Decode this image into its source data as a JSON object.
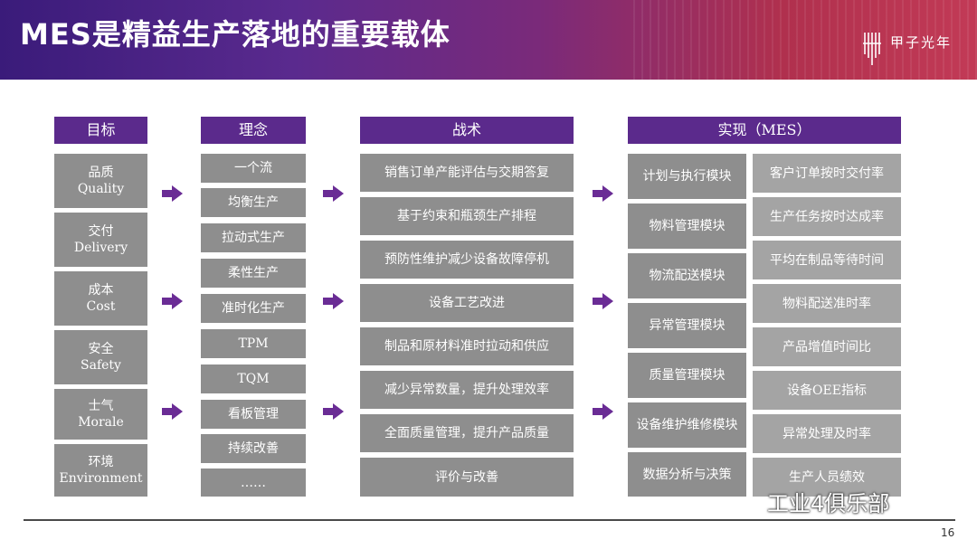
{
  "title": "MES是精益生产落地的重要载体",
  "logo": {
    "text": "甲子光年"
  },
  "columns": {
    "goals": {
      "header": "目标",
      "items": [
        {
          "zh": "品质",
          "en": "Quality"
        },
        {
          "zh": "交付",
          "en": "Delivery"
        },
        {
          "zh": "成本",
          "en": "Cost"
        },
        {
          "zh": "安全",
          "en": "Safety"
        },
        {
          "zh": "士气",
          "en": "Morale"
        },
        {
          "zh": "环境",
          "en": "Environment"
        }
      ]
    },
    "concepts": {
      "header": "理念",
      "items": [
        "一个流",
        "均衡生产",
        "拉动式生产",
        "柔性生产",
        "准时化生产",
        "TPM",
        "TQM",
        "看板管理",
        "持续改善",
        "……"
      ]
    },
    "tactics": {
      "header": "战术",
      "items": [
        "销售订单产能评估与交期答复",
        "基于约束和瓶颈生产排程",
        "预防性维护减少设备故障停机",
        "设备工艺改进",
        "制品和原材料准时拉动和供应",
        "减少异常数量，提升处理效率",
        "全面质量管理，提升产品质量",
        "评价与改善"
      ]
    },
    "realization": {
      "header": "实现（MES）",
      "modules": [
        "计划与执行模块",
        "物料管理模块",
        "物流配送模块",
        "异常管理模块",
        "质量管理模块",
        "设备维护维修模块",
        "数据分析与决策"
      ],
      "metrics": [
        "客户订单按时交付率",
        "生产任务按时达成率",
        "平均在制品等待时间",
        "物料配送准时率",
        "产品增值时间比",
        "设备OEE指标",
        "异常处理及时率",
        "生产人员绩效"
      ]
    }
  },
  "watermark": "工业4俱乐部",
  "page_number": "16"
}
